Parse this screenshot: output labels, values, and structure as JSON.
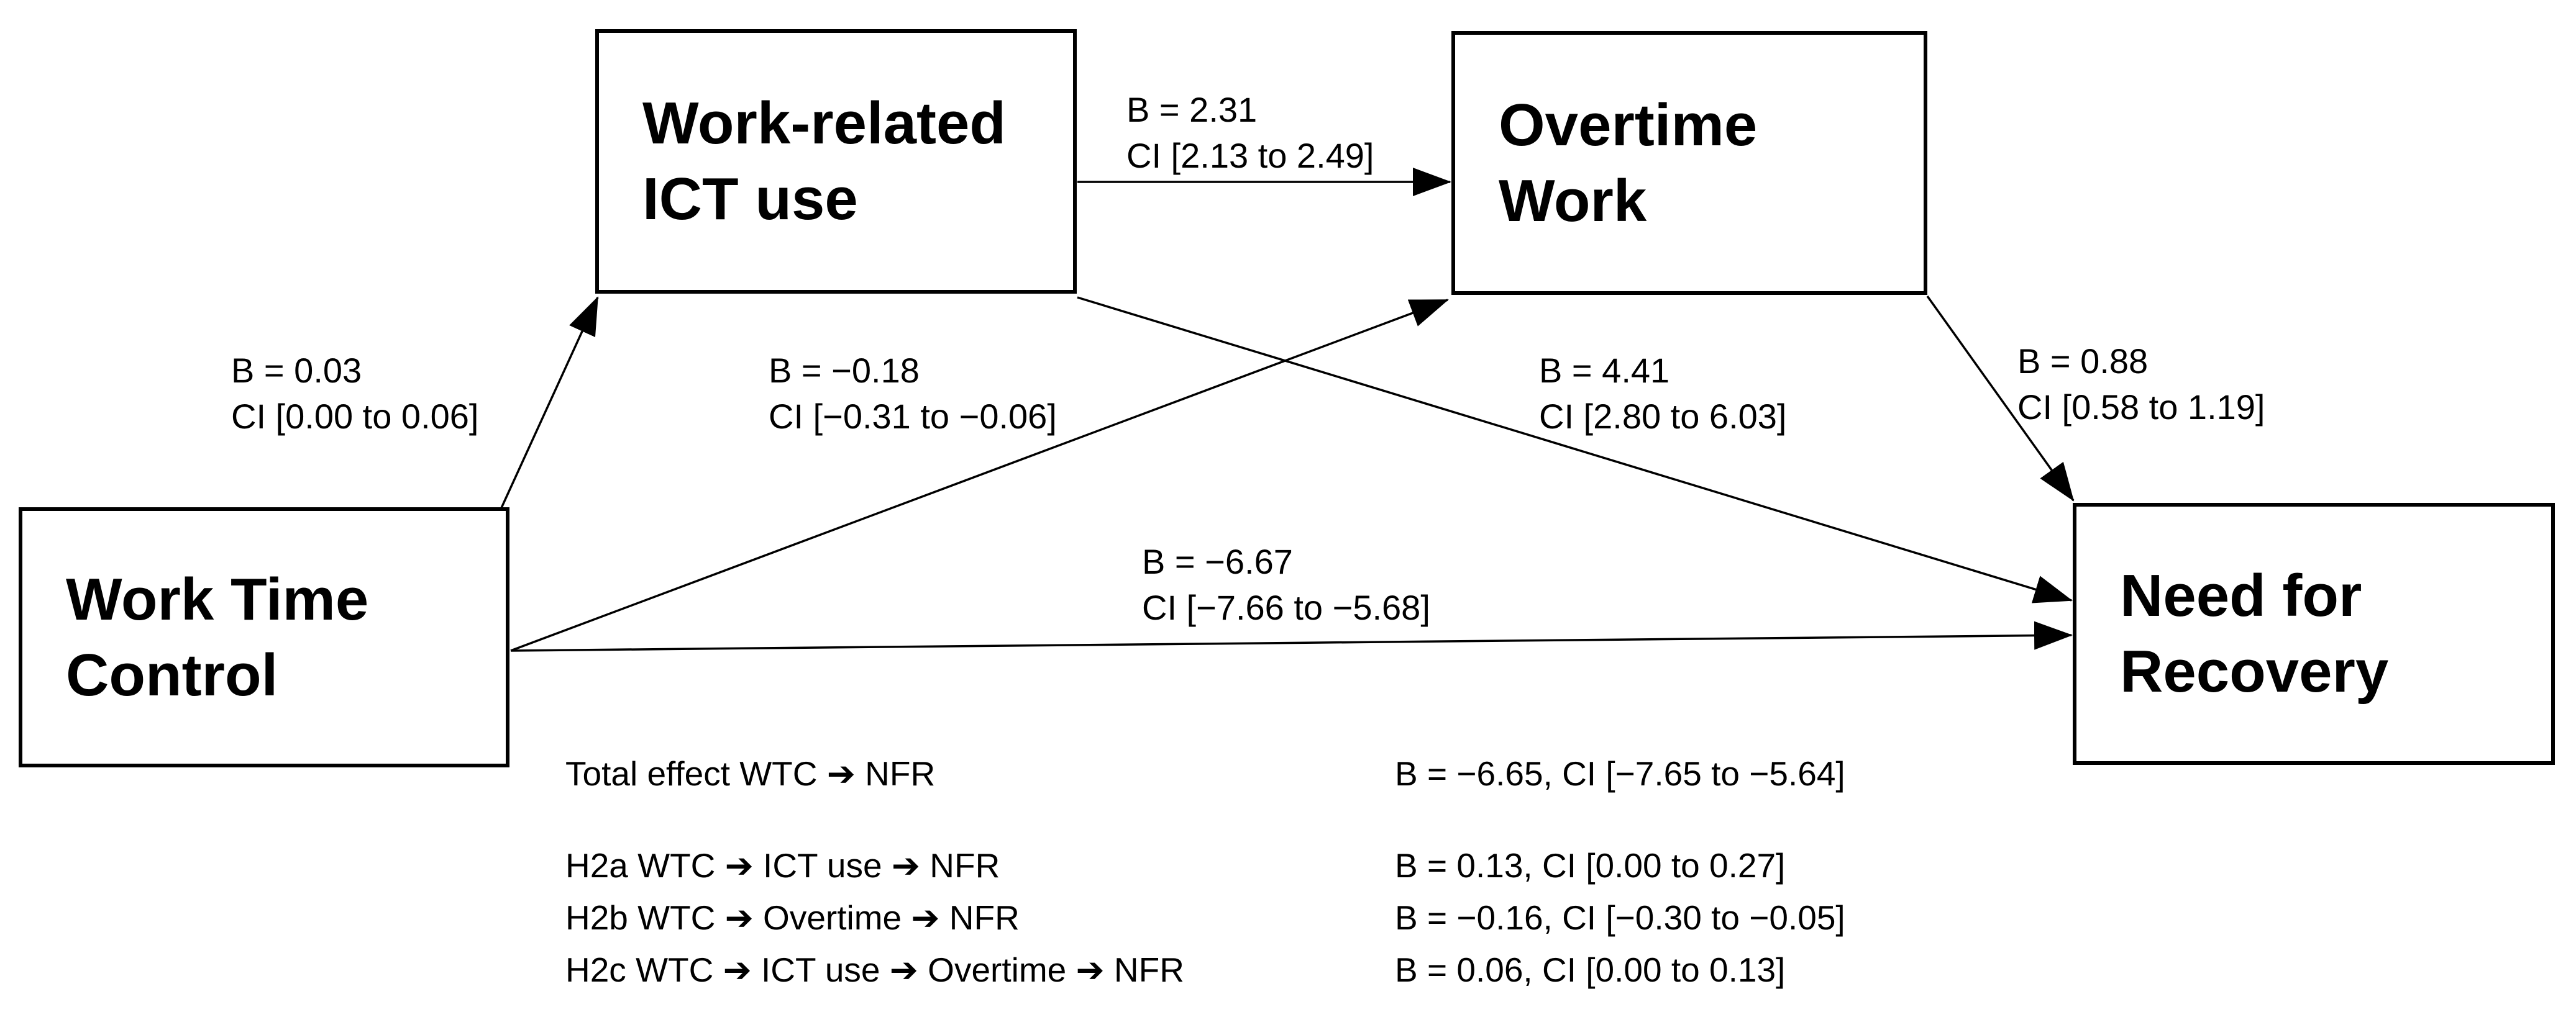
{
  "diagram": {
    "title_hidden": "",
    "colors": {
      "ink": "#000000",
      "background": "#ffffff"
    },
    "boxes": {
      "ict": {
        "line1": "Work-related",
        "line2": "ICT use"
      },
      "overtime": {
        "line1": "Overtime",
        "line2": "Work"
      },
      "wtc": {
        "line1": "Work Time",
        "line2": "Control"
      },
      "nfr": {
        "line1": "Need for",
        "line2": "Recovery"
      }
    },
    "paths": {
      "wtc_ict": {
        "from": "Work Time Control",
        "to": "Work-related ICT use",
        "b": "B = 0.03",
        "ci": "CI [0.00 to 0.06]"
      },
      "wtc_overtime": {
        "from": "Work Time Control",
        "to": "Overtime Work",
        "b": "B = −0.18",
        "ci": "CI [−0.31 to −0.06]"
      },
      "ict_overtime": {
        "from": "Work-related ICT use",
        "to": "Overtime Work",
        "b": "B = 2.31",
        "ci": "CI [2.13 to 2.49]"
      },
      "ict_nfr": {
        "from": "Work-related ICT use",
        "to": "Need for Recovery",
        "b": "B = 4.41",
        "ci": "CI [2.80 to 6.03]"
      },
      "overtime_nfr": {
        "from": "Overtime Work",
        "to": "Need for Recovery",
        "b": "B = 0.88",
        "ci": "CI [0.58 to 1.19]"
      },
      "wtc_nfr": {
        "from": "Work Time Control",
        "to": "Need for Recovery",
        "b": "B = −6.67",
        "ci": "CI [−7.66 to −5.68]"
      }
    },
    "effects": [
      {
        "label": "Total effect WTC ➔ NFR",
        "value": "B = −6.65, CI [−7.65 to −5.64]"
      },
      {
        "label": "H2a WTC ➔ ICT use ➔ NFR",
        "value": "B = 0.13, CI [0.00 to 0.27]"
      },
      {
        "label": "H2b WTC ➔ Overtime ➔ NFR",
        "value": "B = −0.16, CI [−0.30 to −0.05]"
      },
      {
        "label": "H2c WTC ➔ ICT use ➔ Overtime ➔ NFR",
        "value": "B = 0.06, CI [0.00 to 0.13]"
      }
    ]
  }
}
